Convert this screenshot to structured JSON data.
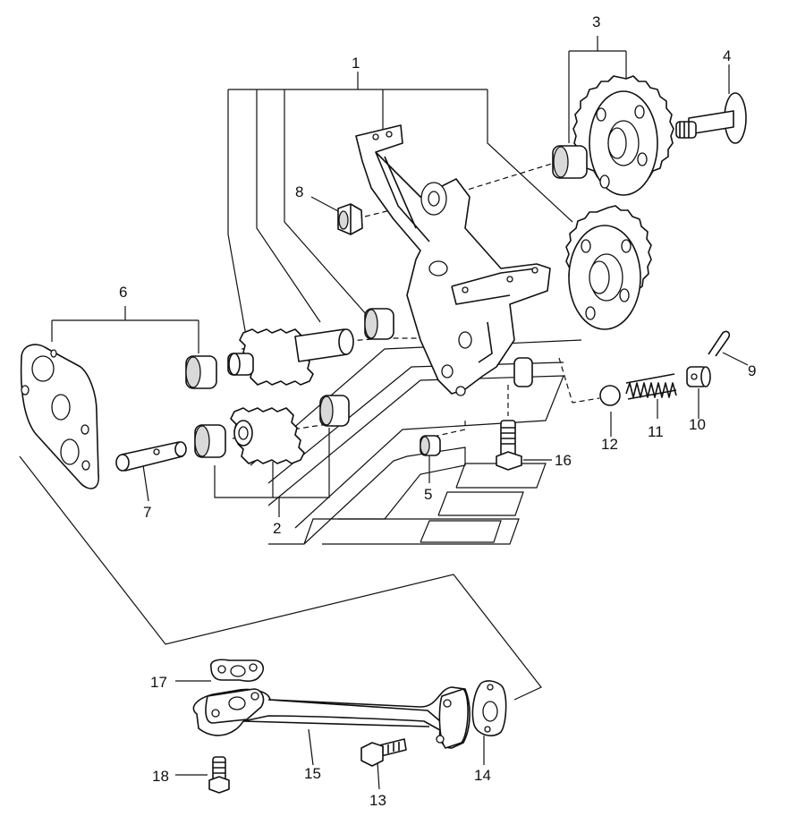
{
  "diagram": {
    "kind": "exploded-parts-view",
    "callouts": [
      "1",
      "2",
      "3",
      "4",
      "5",
      "6",
      "7",
      "8",
      "9",
      "10",
      "11",
      "12",
      "13",
      "14",
      "15",
      "16",
      "17",
      "18"
    ]
  }
}
